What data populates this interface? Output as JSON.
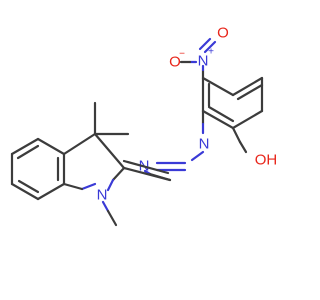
{
  "colors": {
    "bond": "#3c3c3c",
    "nitrogen": "#3a3ad6",
    "oxygen": "#e8251a"
  },
  "atoms": {
    "nitro_n": "N",
    "nitro_o_top": "O",
    "nitro_o_left": "O",
    "hydroxyl": "OH",
    "azo_n_left": "N",
    "azo_n_right": "N",
    "indoline_n": "N"
  },
  "charges": {
    "nitro_n": "+",
    "nitro_o_left": "−"
  }
}
